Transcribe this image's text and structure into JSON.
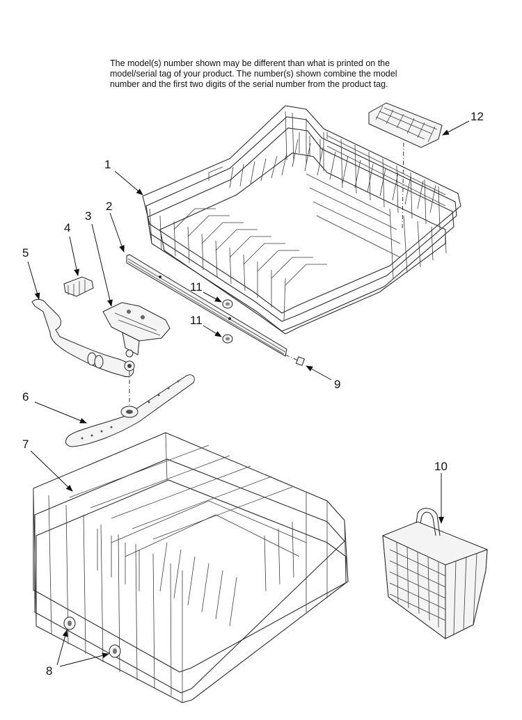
{
  "note": {
    "line1": "The model(s) number shown may be different than what is printed on the",
    "line2": "model/serial tag of your product. The number(s) shown combine the model",
    "line3": "number and the first two digits of the serial number from the product tag."
  },
  "callouts": {
    "c1": "1",
    "c2": "2",
    "c3": "3",
    "c4": "4",
    "c5": "5",
    "c6": "6",
    "c7": "7",
    "c8": "8",
    "c9": "9",
    "c10": "10",
    "c11a": "11",
    "c11b": "11",
    "c12": "12"
  }
}
